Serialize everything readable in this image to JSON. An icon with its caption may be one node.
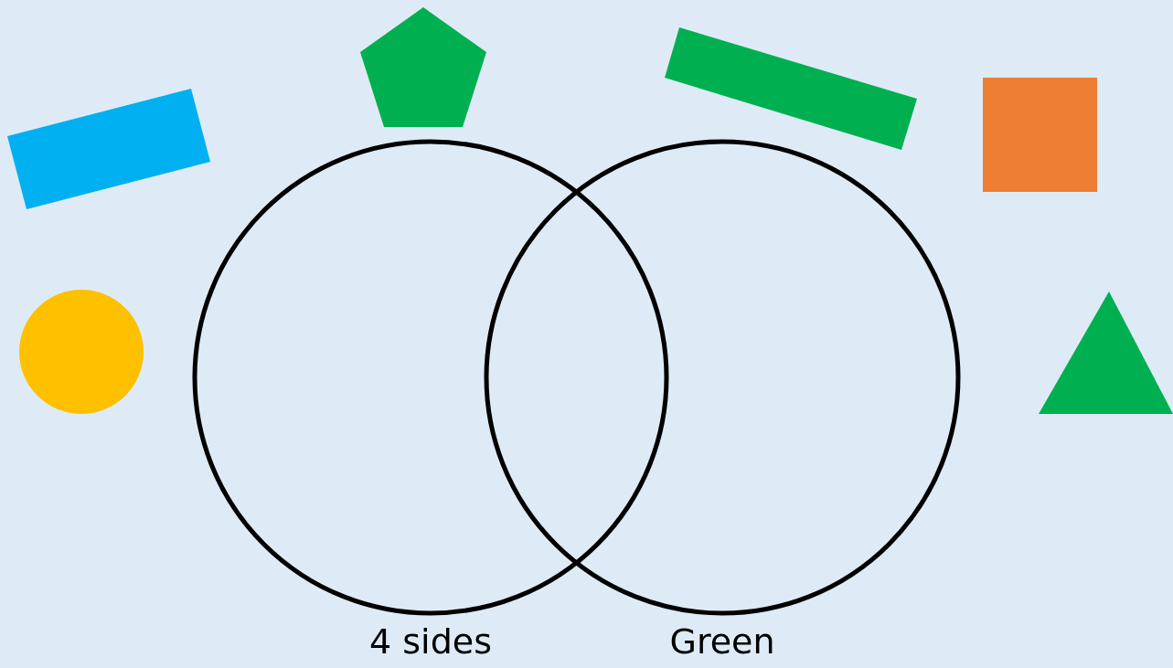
{
  "diagram": {
    "nodes": [
      {
        "text": [
          "4 sides"
        ]
      },
      {
        "text": [
          "Green"
        ]
      },
      {
        "text": [],
        "shape": "box"
      },
      {
        "text": [],
        "shape": "pentagon"
      },
      {
        "text": [],
        "shape": "box"
      },
      {
        "text": [],
        "shape": "box"
      },
      {
        "text": [],
        "shape": "circle"
      },
      {
        "text": [],
        "shape": "triangle"
      }
    ]
  }
}
